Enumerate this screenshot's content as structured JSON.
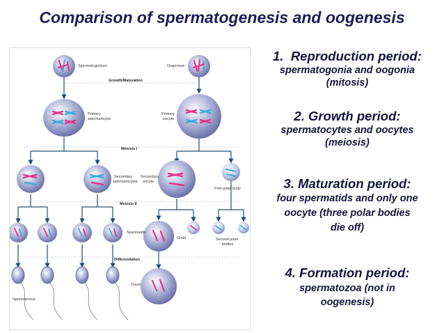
{
  "title": "Comparison of spermatogenesis and oogenesis",
  "diagram": {
    "labels": {
      "spermatogonium": "Spermatogonium",
      "oogonium": "Oogonium",
      "growth_maturation": "Growth/Maturation",
      "primary_spermatocyte_1": "Primary",
      "primary_spermatocyte_2": "spermatocyte",
      "primary_oocyte_1": "Primary",
      "primary_oocyte_2": "oocyte",
      "meiosis_1": "Meiosis I",
      "secondary_spermatocytes_1": "Secondary",
      "secondary_spermatocytes_2": "spermatocytes",
      "secondary_oocyte_1": "Secondary",
      "secondary_oocyte_2": "oocyte",
      "first_polar_body": "First polar body",
      "meiosis_2": "Meiosis II",
      "spermatids": "Spermatids",
      "ootid": "Ootid",
      "second_polar_1": "Second polar",
      "second_polar_2": "bodies",
      "differentiation": "Differentiation",
      "ovum": "Ovum",
      "spermatozoa": "Spermatozoa"
    }
  },
  "periods": [
    {
      "number": "1.",
      "heading": "Reproduction period:",
      "line1": "spermatogonia and oogonia",
      "line2": "(mitosis)"
    },
    {
      "heading": "2. Growth period:",
      "line1": "spermatocytes and oocytes",
      "line2": "(meiosis)"
    },
    {
      "heading": "3. Maturation period:",
      "line1": "four spermatids and only one",
      "line2": "oocyte (three polar bodies",
      "line3": "die off)"
    },
    {
      "heading": "4. Formation period:",
      "line1": "spermatozoa (not in",
      "line2": "oogenesis)"
    }
  ],
  "colors": {
    "title": "#1b1b55",
    "cell": "#8f96c6",
    "chromosome_pink": "#e8308a",
    "chromosome_blue": "#3aa9dc",
    "arrow": "#1f4d78"
  }
}
